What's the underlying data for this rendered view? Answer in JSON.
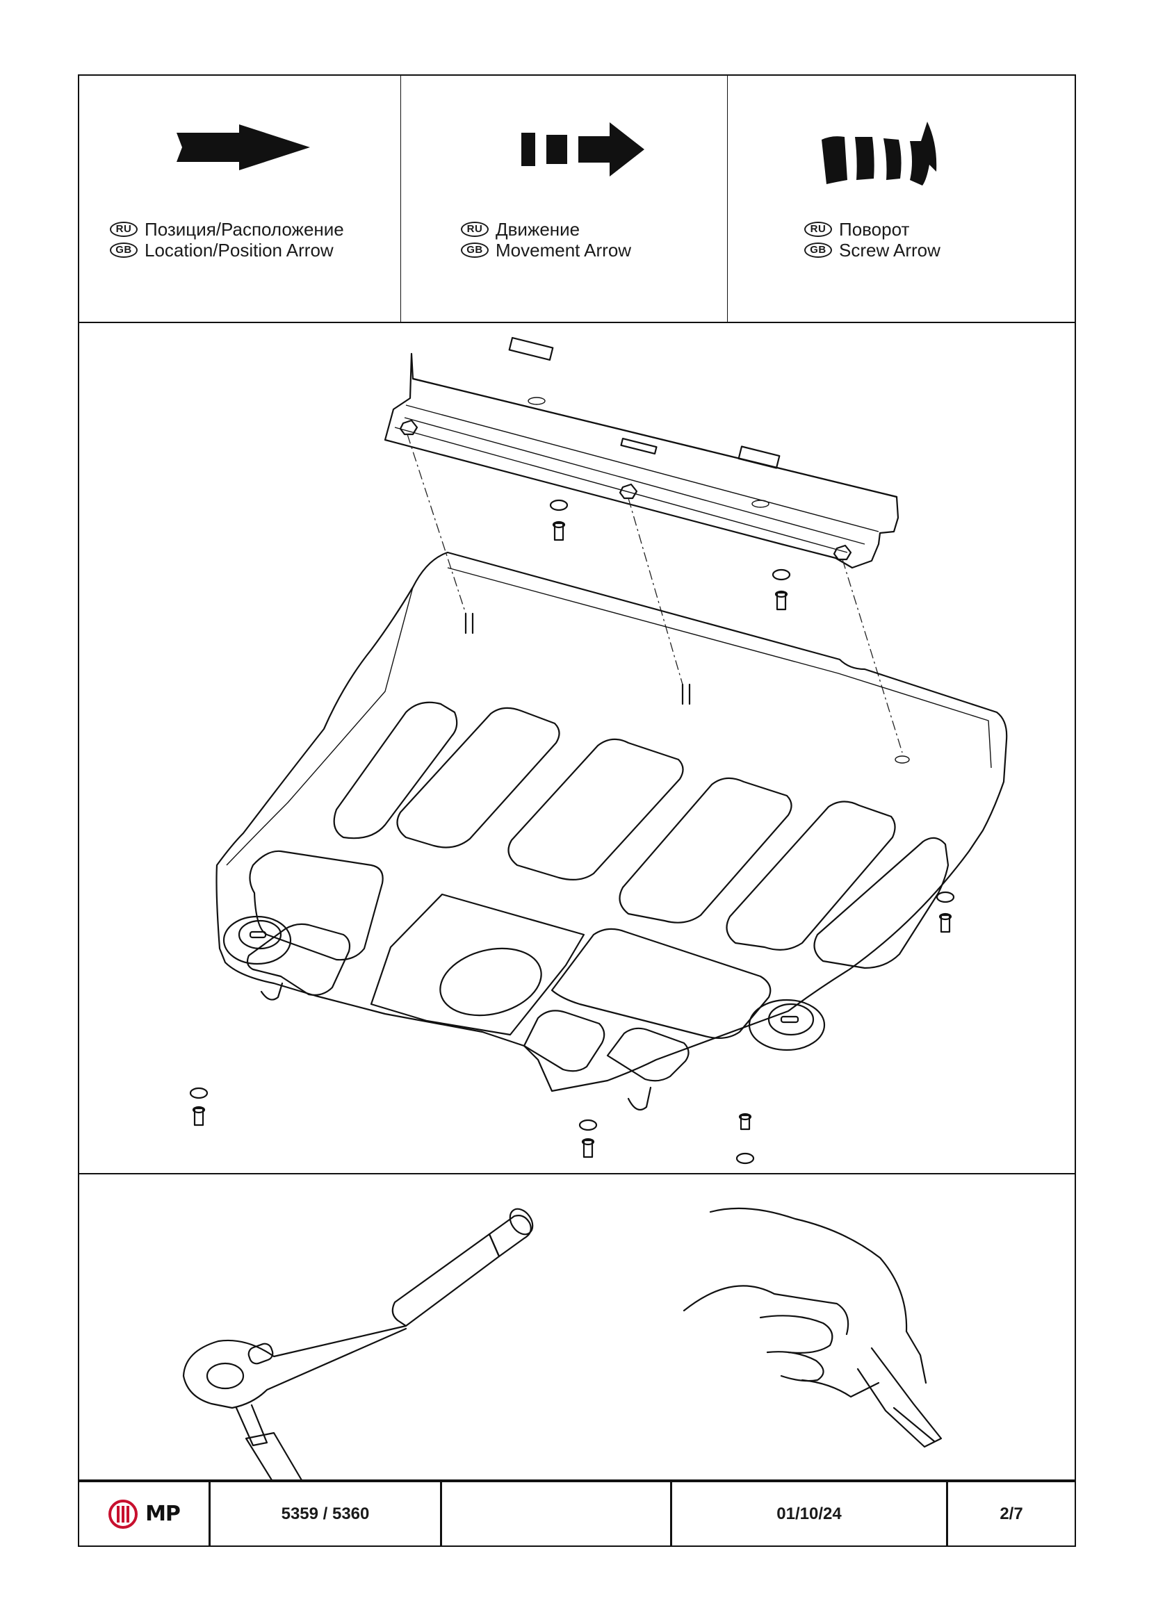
{
  "legend": [
    {
      "icon": "location-arrow-icon",
      "ru_badge": "RU",
      "gb_badge": "GB",
      "ru_text": "Позиция/Расположение",
      "gb_text": "Location/Position Arrow"
    },
    {
      "icon": "movement-arrow-icon",
      "ru_badge": "RU",
      "gb_badge": "GB",
      "ru_text": "Движение",
      "gb_text": "Movement Arrow"
    },
    {
      "icon": "screw-arrow-icon",
      "ru_badge": "RU",
      "gb_badge": "GB",
      "ru_text": "Поворот",
      "gb_text": "Screw Arrow"
    }
  ],
  "diagram": {
    "subject": "skid-plate-assembly",
    "parts": [
      "skid-plate",
      "mounting-bracket",
      "bolts",
      "washers",
      "nuts"
    ]
  },
  "tools": [
    "ratchet-wrench-icon",
    "utility-knife-icon"
  ],
  "title_block": {
    "logo_text": "MP",
    "model": "5359 / 5360",
    "blank": "",
    "date": "01/10/24",
    "page": "2/7"
  },
  "colors": {
    "ink": "#111111",
    "paper": "#ffffff",
    "logo_red": "#c8102e"
  }
}
